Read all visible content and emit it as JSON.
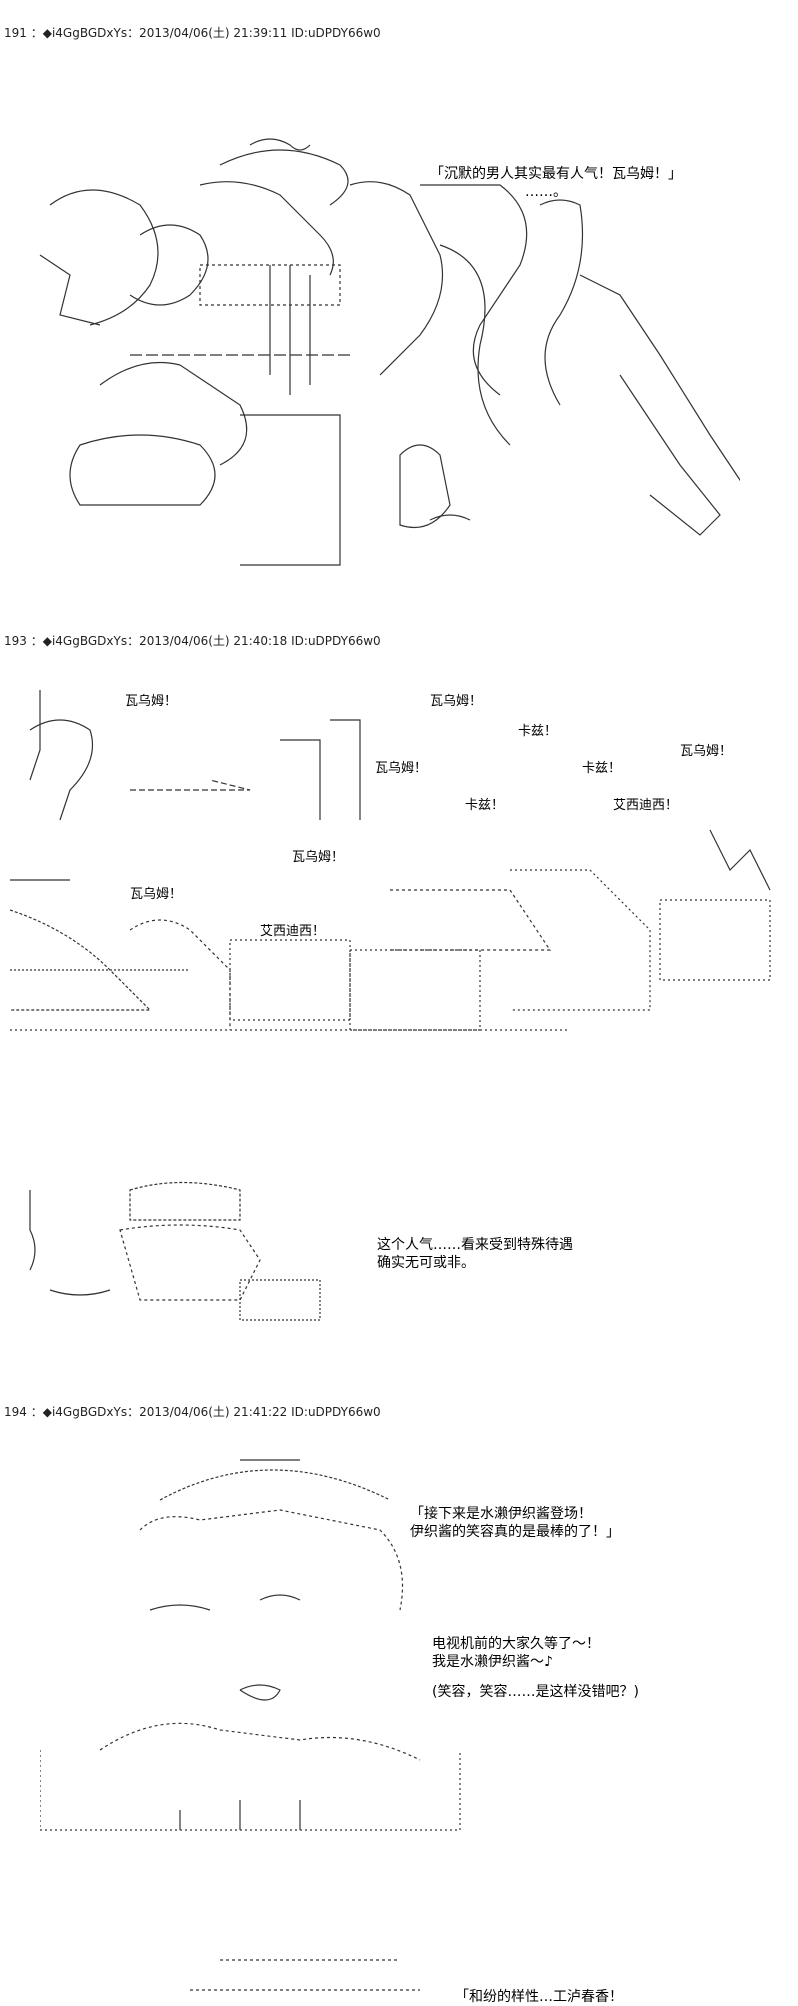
{
  "posts": [
    {
      "header": "191 ：◆i4GgBGDxYs：2013/04/06(土) 21:39:11 ID:uDPDY66w0",
      "dialogue": [
        "「沉默的男人其实最有人气！瓦乌姆！」"
      ],
      "aside": "……。"
    },
    {
      "header": "193 ：◆i4GgBGDxYs：2013/04/06(土) 21:40:18 ID:uDPDY66w0",
      "sfx": {
        "vaum": "瓦乌姆！",
        "kaci": "卡兹！",
        "esidesi": "艾西迪西！"
      },
      "dialogue": [
        "这个人气……看来受到特殊待遇",
        "确实无可或非。"
      ]
    },
    {
      "header": "194 ：◆i4GgBGDxYs：2013/04/06(土) 21:41:22 ID:uDPDY66w0",
      "dialogue_a": [
        "「接下来是水濑伊织酱登场！",
        "伊织酱的笑容真的是最棒的了！」"
      ],
      "dialogue_b": [
        "电视机前的大家久等了～！",
        "我是水濑伊织酱～♪"
      ],
      "dialogue_c": "(笑容，笑容……是这样没错吧？)"
    }
  ],
  "footer_partial": "「和纷的样性…工泸春香！"
}
